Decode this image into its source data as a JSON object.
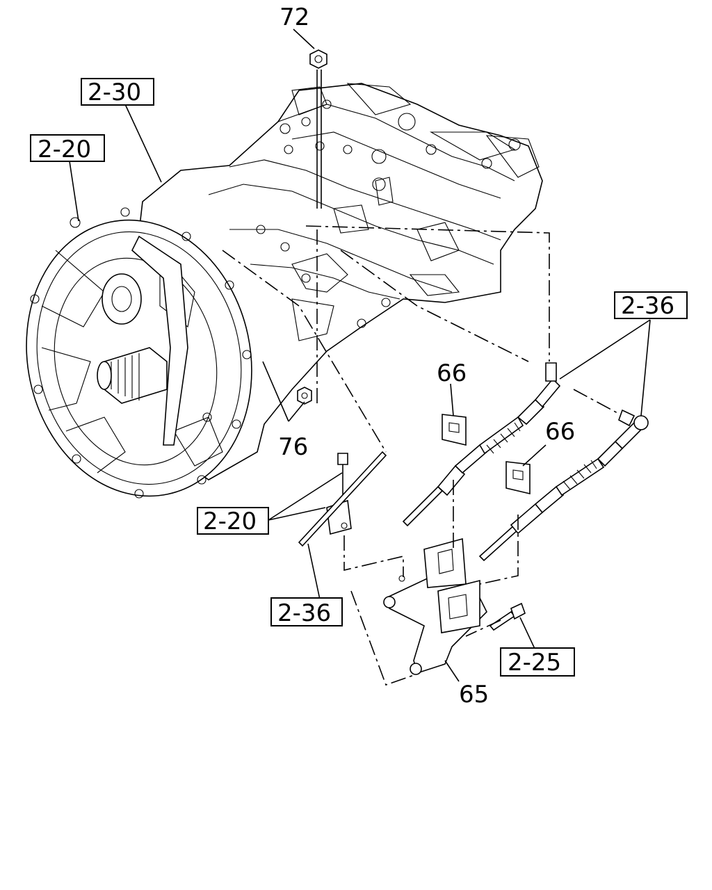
{
  "callouts": {
    "nut_top": "72",
    "ref_2_30": "2-30",
    "ref_2_20_top": "2-20",
    "ref_2_36_right": "2-36",
    "clip_left": "66",
    "clip_right": "66",
    "nut_lower": "76",
    "ref_2_20_lower": "2-20",
    "ref_2_36_lower": "2-36",
    "ref_2_25": "2-25",
    "bracket": "65"
  }
}
